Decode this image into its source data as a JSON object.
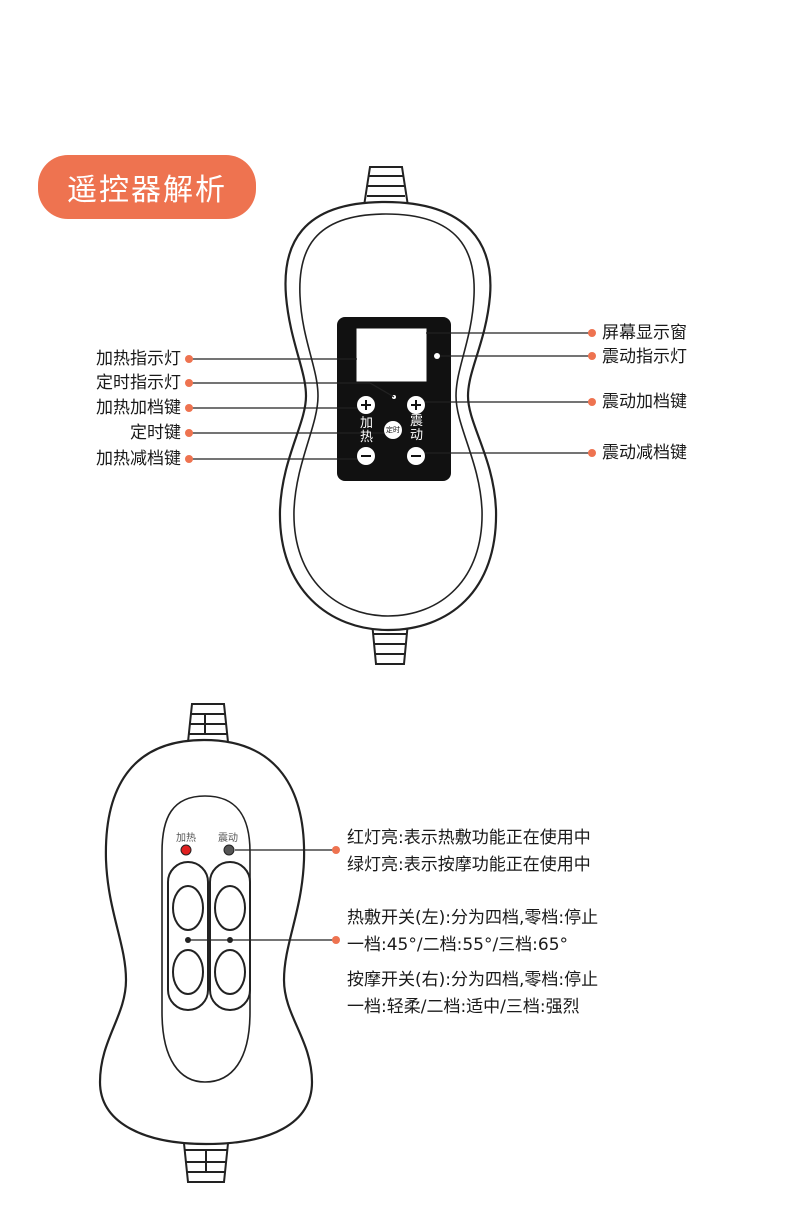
{
  "title": "遥控器解析",
  "remote1": {
    "left_labels": [
      "加热指示灯",
      "定时指示灯",
      "加热加档键",
      "定时键",
      "加热减档键"
    ],
    "right_labels": [
      "屏幕显示窗",
      "震动指示灯",
      "震动加档键",
      "震动减档键"
    ],
    "button_text": {
      "heat": "加热",
      "timer": "定时",
      "vibrate": "震动"
    }
  },
  "remote2": {
    "indicator_labels": {
      "heat": "加热",
      "vibrate": "震动"
    },
    "descriptions": [
      {
        "lines": [
          "红灯亮:表示热敷功能正在使用中",
          "绿灯亮:表示按摩功能正在使用中"
        ]
      },
      {
        "lines": [
          "热敷开关(左):分为四档,零档:停止",
          " 一档:45°/二档:55°/三档:65°"
        ]
      },
      {
        "lines": [
          "按摩开关(右):分为四档,零档:停止",
          " 一档:轻柔/二档:适中/三档:强烈"
        ]
      }
    ]
  },
  "colors": {
    "accent": "#ee7350",
    "dot": "#ee7350",
    "red_led": "#e02020",
    "grey_led": "#555555"
  }
}
